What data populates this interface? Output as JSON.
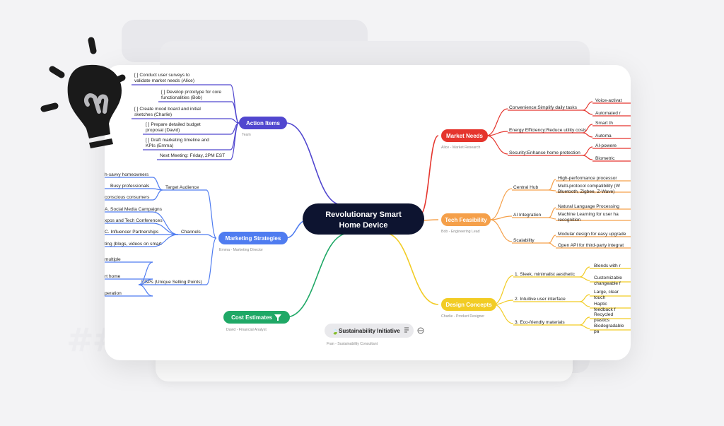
{
  "central": "Revolutionary Smart Home Device",
  "branches": {
    "market_needs": {
      "label": "Market Needs",
      "owner": "Alice - Market Research",
      "color": "#e5352d",
      "items": [
        {
          "label": "Convenience:Simplify daily tasks",
          "children": [
            "Voice-activat",
            "Automated r"
          ]
        },
        {
          "label": "Energy Efficiency:Reduce utility costs",
          "children": [
            "Smart th",
            "Automa"
          ]
        },
        {
          "label": "Security:Enhance home protection",
          "children": [
            "AI-powere",
            "Biometric"
          ]
        }
      ]
    },
    "tech_feasibility": {
      "label": "Tech Feasibility",
      "owner": "Bob - Engineering Lead",
      "color": "#f5a04a",
      "items": [
        {
          "label": "Central Hub",
          "children": [
            "High-performance processor",
            "Multi-protocol compatibility (W Bluetooth, Zigbee, Z-Wave)"
          ]
        },
        {
          "label": "AI Integration",
          "children": [
            "Natural Language Processing",
            "Machine Learning for user ha recognition"
          ]
        },
        {
          "label": "Scalability",
          "children": [
            "Modular design for easy upgrade",
            "Open API for third-party integrat"
          ]
        }
      ]
    },
    "design_concepts": {
      "label": "Design Concepts",
      "owner": "Charlie - Product Designer",
      "color": "#f2cc24",
      "items": [
        {
          "label": "1. Sleek, minimalist aesthetic",
          "children": [
            "Blends with r",
            "Customizable changeable f"
          ]
        },
        {
          "label": "2. Intuitive user interface",
          "children": [
            "Large, clear touch",
            "Haptic feedback f"
          ]
        },
        {
          "label": "3. Eco-friendly materials",
          "children": [
            "Recycled plastics",
            "Biodegradable pa"
          ]
        }
      ]
    },
    "action_items": {
      "label": "Action Items",
      "owner": "Team",
      "color": "#5147cf",
      "items": [
        "[ ] Conduct user surveys to validate market needs (Alice)",
        "[ ] Develop prototype for core functionalities (Bob)",
        "[ ] Create mood board and initial sketches (Charlie)",
        "[ ] Prepare detailed budget proposal (David)",
        "[ ] Draft marketing timeline and KPIs (Emma)",
        "Next Meeting: Friday, 2PM EST"
      ]
    },
    "marketing": {
      "label": "Marketing Strategies",
      "owner": "Emma - Marketing Director",
      "color": "#4f7cf0",
      "groups": [
        {
          "label": "Target Audience",
          "children": [
            "h-savvy homeowners",
            "Busy professionals",
            "conscious consumers"
          ]
        },
        {
          "label": "Channels",
          "children": [
            "A.  Social Media Campaigns",
            "xpos and Tech Conferences",
            "C.   Influencer Partnerships",
            "ting (blogs, videos on smart"
          ]
        },
        {
          "label": "USPs (Unique Selling Points)",
          "children": [
            "multiple",
            "rt home",
            "peration"
          ]
        }
      ]
    },
    "cost": {
      "label": "Cost Estimates",
      "owner": "David - Financial Analyst",
      "color": "#1fa866"
    },
    "sustainability": {
      "label": "Sustainability Initiative",
      "owner": "Fran - Sustainability Consultant",
      "icon": "🍃"
    }
  },
  "watermark": "##"
}
